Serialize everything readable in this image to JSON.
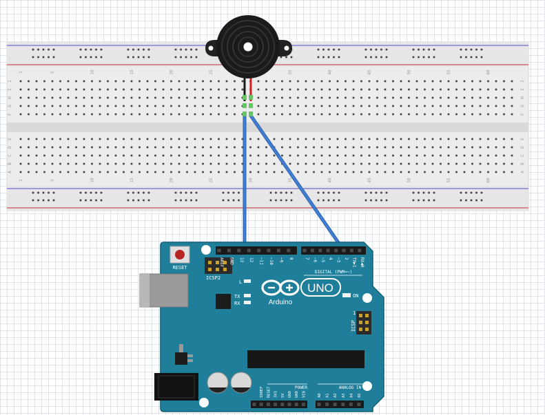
{
  "breadboard": {
    "column_numbers": [
      "1",
      "5",
      "10",
      "15",
      "20",
      "25",
      "30",
      "35",
      "40",
      "45",
      "50",
      "55",
      "60"
    ],
    "row_letters_top": [
      "J",
      "I",
      "H",
      "G",
      "F"
    ],
    "row_letters_bottom": [
      "E",
      "D",
      "C",
      "B",
      "A"
    ]
  },
  "arduino": {
    "logo_text": "Arduino",
    "model": "UNO",
    "reset_label": "RESET",
    "icsp2_label": "ICSP2",
    "icsp_label": "ICSP",
    "icsp_pin1": "1",
    "led_l": "L",
    "led_tx": "TX",
    "led_rx": "RX",
    "on_label": "ON",
    "digital_label": "DIGITAL (PWM=~)",
    "power_label": "POWER",
    "analog_label": "ANALOG IN",
    "digital_pins_left": [
      "AREF",
      "GND",
      "13",
      "12",
      "~11",
      "~10",
      "~9",
      "8"
    ],
    "digital_pins_right": [
      "7",
      "~6",
      "~5",
      "4",
      "~3",
      "2",
      "TX▶1",
      "RX◀0"
    ],
    "power_pins": [
      "IOREF",
      "RESET",
      "3V3",
      "5V",
      "GND",
      "GND",
      "VIN"
    ],
    "analog_pins": [
      "A0",
      "A1",
      "A2",
      "A3",
      "A4",
      "A5"
    ]
  },
  "colors": {
    "board": "#1f7f9a",
    "board_edge": "#0f5e75",
    "wire": "#3f7fd6",
    "breadboard": "#ececec",
    "rail_red": "#d05050",
    "rail_blue": "#6b6bd6",
    "buzzer": "#1b1b1b"
  }
}
